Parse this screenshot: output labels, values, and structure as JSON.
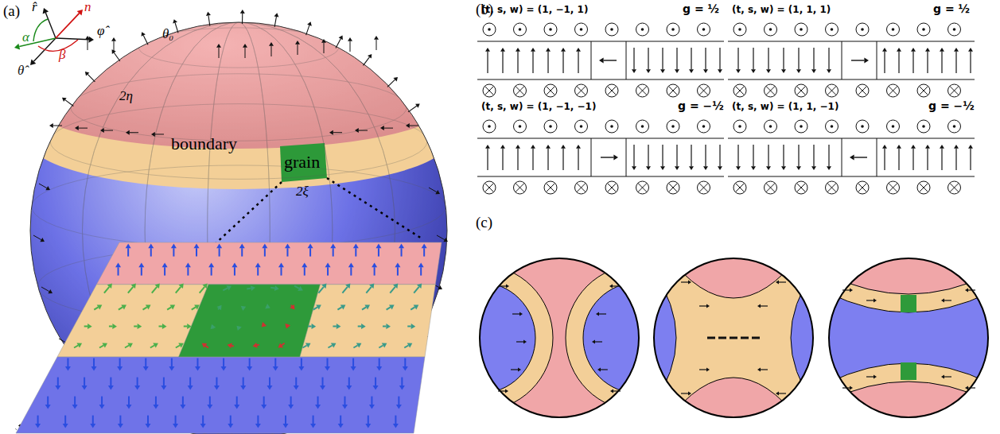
{
  "diagram": {
    "labels": [
      "(a)",
      "r̂",
      "φ̂",
      "θ̂",
      "α",
      "β",
      "n⃗",
      "θ₀",
      "2η",
      "2ξ",
      "boundary",
      "grain",
      "(b)",
      "(t, s, w) = (1, −1, 1)",
      "g = ½",
      "(t, s, w) = (1, 1, 1)",
      "g = ½",
      "(t, s, w) = (1, −1, −1)",
      "g = −½",
      "(t, s, w) = (1, 1, −1)",
      "g = −½",
      "(c)"
    ]
  }
}
